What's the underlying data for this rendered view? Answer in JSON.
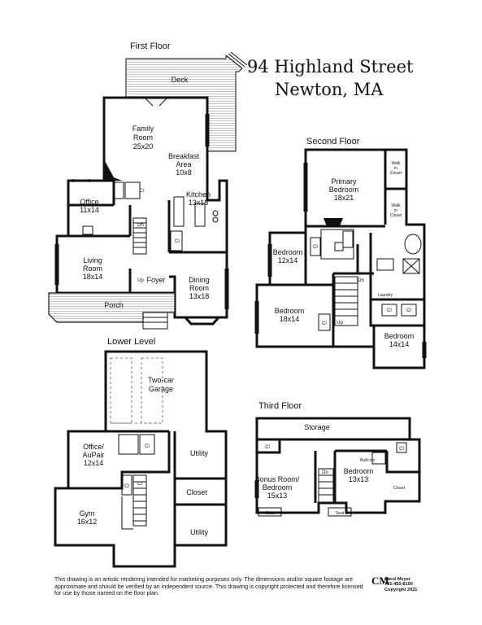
{
  "address": {
    "street": "94 Highland Street",
    "city": "Newton, MA"
  },
  "floors": {
    "first": "First Floor",
    "second": "Second Floor",
    "lower": "Lower Level",
    "third": "Third Floor"
  },
  "rooms": {
    "deck": "Deck",
    "family_room_name": "Family",
    "family_room_name2": "Room",
    "family_room_size": "25x20",
    "breakfast_name": "Breakfast",
    "breakfast_name2": "Area",
    "breakfast_size": "10x8",
    "office_name": "Office",
    "office_size": "11x14",
    "kitchen_name": "Kitchen",
    "kitchen_size": "13x18",
    "living_name": "Living",
    "living_name2": "Room",
    "living_size": "18x14",
    "foyer": "Foyer",
    "dining_name": "Dining",
    "dining_name2": "Room",
    "dining_size": "13x18",
    "porch": "Porch",
    "primary_name": "Primary",
    "primary_name2": "Bedroom",
    "primary_size": "18x21",
    "walk_in_1": [
      "Walk",
      "in",
      "Closet"
    ],
    "walk_in_2": [
      "Walk",
      "in",
      "Closet"
    ],
    "bedroom1_name": "Bedroom",
    "bedroom1_size": "12x14",
    "bedroom2_name": "Bedroom",
    "bedroom2_size": "18x14",
    "bedroom3_name": "Bedroom",
    "bedroom3_size": "14x14",
    "laundry": "Laundry",
    "garage_name": "Two-car",
    "garage_name2": "Garage",
    "office_aupair_name": "Office/",
    "office_aupair_name2": "AuPair",
    "office_aupair_size": "12x14",
    "utility1": "Utility",
    "closet_lower": "Closet",
    "utility2": "Utility",
    "gym_name": "Gym",
    "gym_size": "16x12",
    "storage": "Storage",
    "bonus_name": "Bonus Room/",
    "bonus_name2": "Bedroom",
    "bonus_size": "15x13",
    "bedroom4_name": "Bedroom",
    "bedroom4_size": "13x13",
    "builtins": "Built-ins",
    "closet_third": "Closet",
    "seat": "Seat"
  },
  "markers": {
    "cl": "Cl",
    "dn": "Dn",
    "up": "Up"
  },
  "disclaimer": "This drawing is an artistic rendering intended for marketing purposes only. The dimensions and/or square footage are approximate and should be verified by an independent source. This drawing is copyright protected and therefore licensed for use by those named on the floor plan.",
  "logo": {
    "mark": "CM",
    "name": "Carol Meyer",
    "phone": "781-455-8100",
    "copyright": "Copyright 2021"
  }
}
